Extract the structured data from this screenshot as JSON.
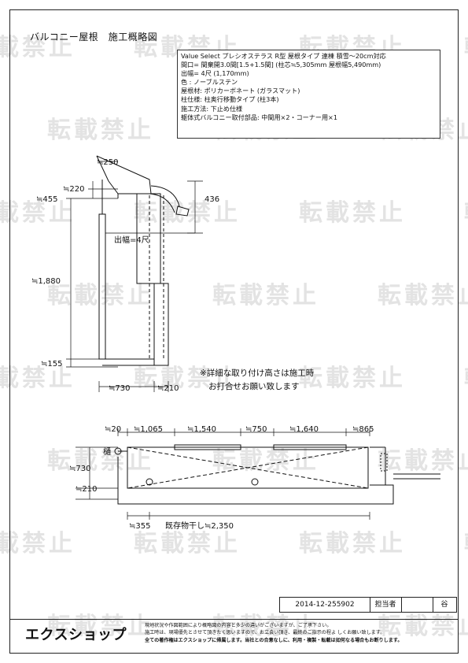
{
  "title": "バルコニー屋根　施工概略図",
  "spec_lines": [
    "Value Select プレシオステラス R型 屋根タイプ 連棟 積雪〜20cm対応",
    "間口= 間棄開3.0間[1.5+1.5間] (柱芯≒5,305mm 屋根幅5,490mm)",
    "出幅= 4尺 (1,170mm)",
    "色 : ノーブルステン",
    "屋根材: ポリカーボネート (ガラスマット)",
    "柱仕様: 柱奥行移動タイプ (柱3本)",
    "施工方法: 下止め仕様",
    "躯体式バルコニー取付部品: 中間用×2・コーナー用×1"
  ],
  "side_view": {
    "dim_250": "≒250",
    "dim_220": "≒220",
    "dim_455": "≒455",
    "dim_436": "436",
    "depth_label": "出幅=4尺",
    "dim_1880": "≒1,880",
    "dim_155": "≒155",
    "dim_730": "≒730",
    "dim_210": "≒210"
  },
  "notes": [
    "※詳細な取り付け高さは施工時",
    "お打合せお願い致します"
  ],
  "plan_view": {
    "top_dims": [
      "≒20",
      "≒1,065",
      "≒1,540",
      "≒750",
      "≒1,640",
      "≒865"
    ],
    "gutter_label": "樋",
    "dim_730": "≒730",
    "dim_210": "≒210",
    "dim_355": "≒355",
    "existing_label": "既存物干し≒2,350"
  },
  "watermark_text": "転載禁止",
  "footer": {
    "doc_no": "2014-12-255902",
    "person_label": "担当者",
    "person_name": "谷"
  },
  "logo": "エクスショップ",
  "disclaimer": [
    "現地状況や作図範囲により概略図の内容と多少の違いがございますが、ご了承下さい。",
    "施工時は、現場優先とさせて頂きたく思いますので、お立会い頂き、最終のご指示の程よ しくお願い致します。",
    "全ての著作権はエクスショップに帰属します。当社との合意なしに、利用・複製・転載は如何なる場合もお断りします。"
  ]
}
